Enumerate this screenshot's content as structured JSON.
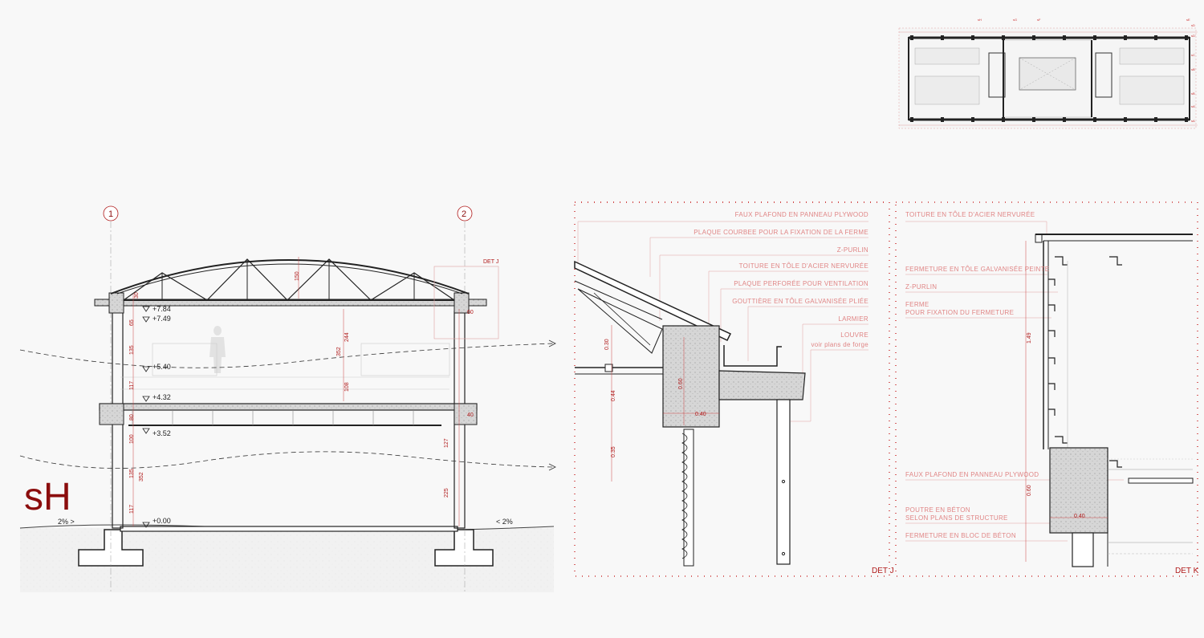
{
  "section": {
    "grid_left": "1",
    "grid_right": "2",
    "code": "sH",
    "det_ref": "DET J",
    "levels": [
      "+7.84",
      "+7.49",
      "+5.40",
      "+4.32",
      "+3.52",
      "+0.00"
    ],
    "slope_left": "2% >",
    "slope_right": "< 2%",
    "dims": {
      "d150": "150",
      "d30": "30",
      "d65": "65",
      "d135a": "135",
      "d117a": "117",
      "d352a": "352",
      "d244": "244",
      "d108": "108",
      "d60": "60",
      "d80": "80",
      "d40": "40",
      "d100": "100",
      "d135b": "135",
      "d352b": "352",
      "d117b": "117",
      "d127": "127",
      "d225": "225"
    }
  },
  "detail_j": {
    "title": "DET J",
    "labels": [
      "FAUX PLAFOND EN PANNEAU PLYWOOD",
      "PLAQUE COURBEE POUR LA FIXATION DE LA FERME",
      "Z-PURLIN",
      "TOITURE EN TÔLE D'ACIER NERVURÉE",
      "PLAQUE PERFORÉE POUR VENTILATION",
      "GOUTTIÈRE EN TÔLE GALVANISÉE PLIÉE",
      "LARMIER",
      "LOUVRE",
      "voir plans de forge"
    ],
    "dims": {
      "d030": "0.30",
      "d044": "0.44",
      "d060": "0.60",
      "d040": "0.40",
      "d035": "0.35"
    }
  },
  "detail_k": {
    "title": "DET K",
    "labels": [
      "TOITURE EN TÔLE D'ACIER NERVURÉE",
      "FERMETURE EN TÔLE GALVANISÉE PEINTE",
      "Z-PURLIN",
      "FERME",
      "POUR FIXATION DU FERMETURE",
      "FAUX PLAFOND EN PANNEAU PLYWOOD",
      "POUTRE EN BÉTON",
      "SELON PLANS DE STRUCTURE",
      "FERMETURE EN BLOC DE BÉTON"
    ],
    "dims": {
      "d149": "1.49",
      "d060": "0.60",
      "d040": "0.40"
    }
  },
  "key_plan": {
    "col_tags": [
      "sH",
      "sG",
      "sF",
      "sE"
    ],
    "row_tags": [
      "sD",
      "sD'",
      "sC",
      "sB'",
      "sB",
      "sA'",
      "sA"
    ]
  },
  "colors": {
    "accent": "#8b0d0d",
    "label": "#e08585",
    "line": "#222222",
    "concrete": "#d4d4d4"
  }
}
